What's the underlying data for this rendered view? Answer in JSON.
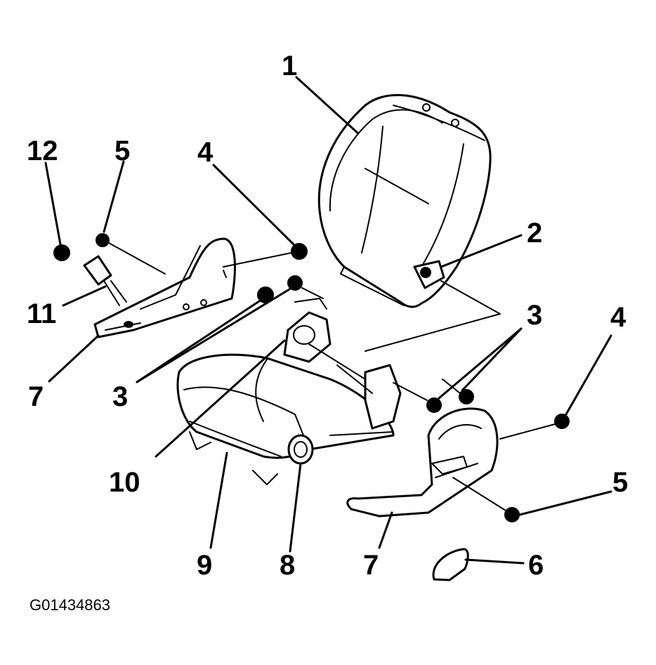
{
  "figure_id": "G01434863",
  "callouts": [
    {
      "id": "c1",
      "label": "1"
    },
    {
      "id": "c2",
      "label": "2"
    },
    {
      "id": "c3a",
      "label": "3"
    },
    {
      "id": "c3b",
      "label": "3"
    },
    {
      "id": "c4a",
      "label": "4"
    },
    {
      "id": "c4b",
      "label": "4"
    },
    {
      "id": "c5a",
      "label": "5"
    },
    {
      "id": "c5b",
      "label": "5"
    },
    {
      "id": "c6",
      "label": "6"
    },
    {
      "id": "c7a",
      "label": "7"
    },
    {
      "id": "c7b",
      "label": "7"
    },
    {
      "id": "c8",
      "label": "8"
    },
    {
      "id": "c9",
      "label": "9"
    },
    {
      "id": "c10",
      "label": "10"
    },
    {
      "id": "c11",
      "label": "11"
    },
    {
      "id": "c12",
      "label": "12"
    }
  ]
}
